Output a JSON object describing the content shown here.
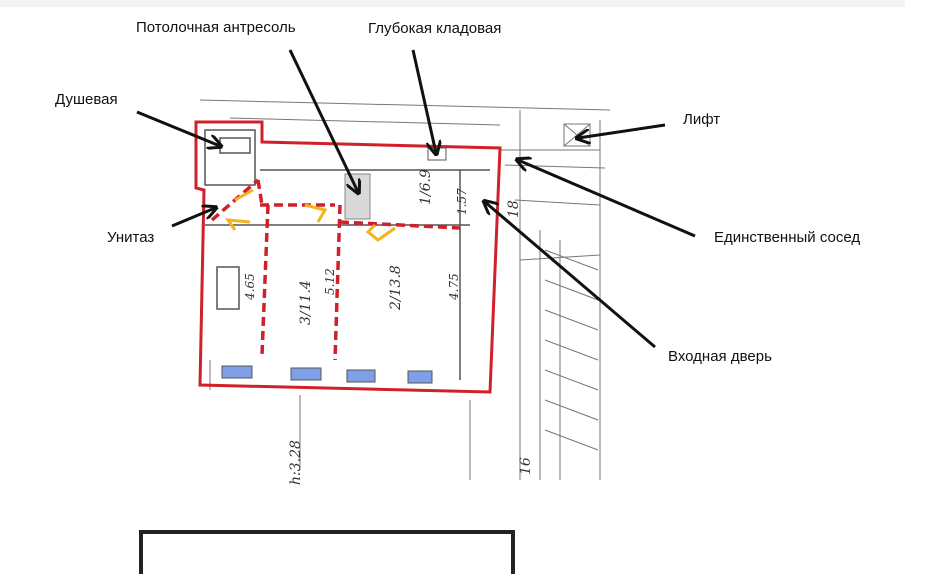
{
  "labels": {
    "ceiling_mezzanine": "Потолочная антресоль",
    "deep_storage": "Глубокая кладовая",
    "shower": "Душевая",
    "elevator": "Лифт",
    "toilet": "Унитаз",
    "only_neighbor": "Единственный сосед",
    "entrance_door": "Входная дверь"
  },
  "plan_marks": {
    "height": "h:3.28",
    "stair_num": "16",
    "stair_num2": "18",
    "room1": "1/6.9",
    "room2": "2/13.8",
    "room3": "3/11.4",
    "dim_a": "4.75",
    "dim_b": "1.57",
    "dim_c": "4.65",
    "dim_d": "5.12"
  },
  "colors": {
    "outline": "#d0202a",
    "door": "#f5b31a",
    "window": "#7f9fe8",
    "arrow": "#111111"
  }
}
